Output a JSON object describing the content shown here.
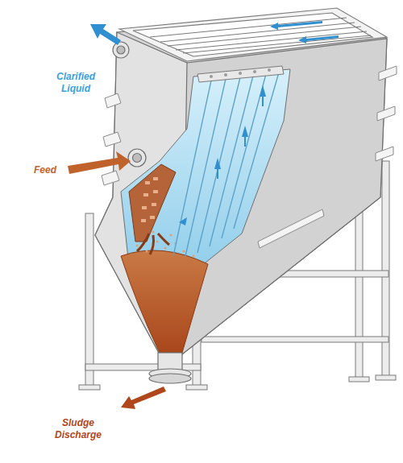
{
  "diagram": {
    "labels": [
      "Clarified Liquid",
      "Feed",
      "Sludge Discharge"
    ]
  }
}
